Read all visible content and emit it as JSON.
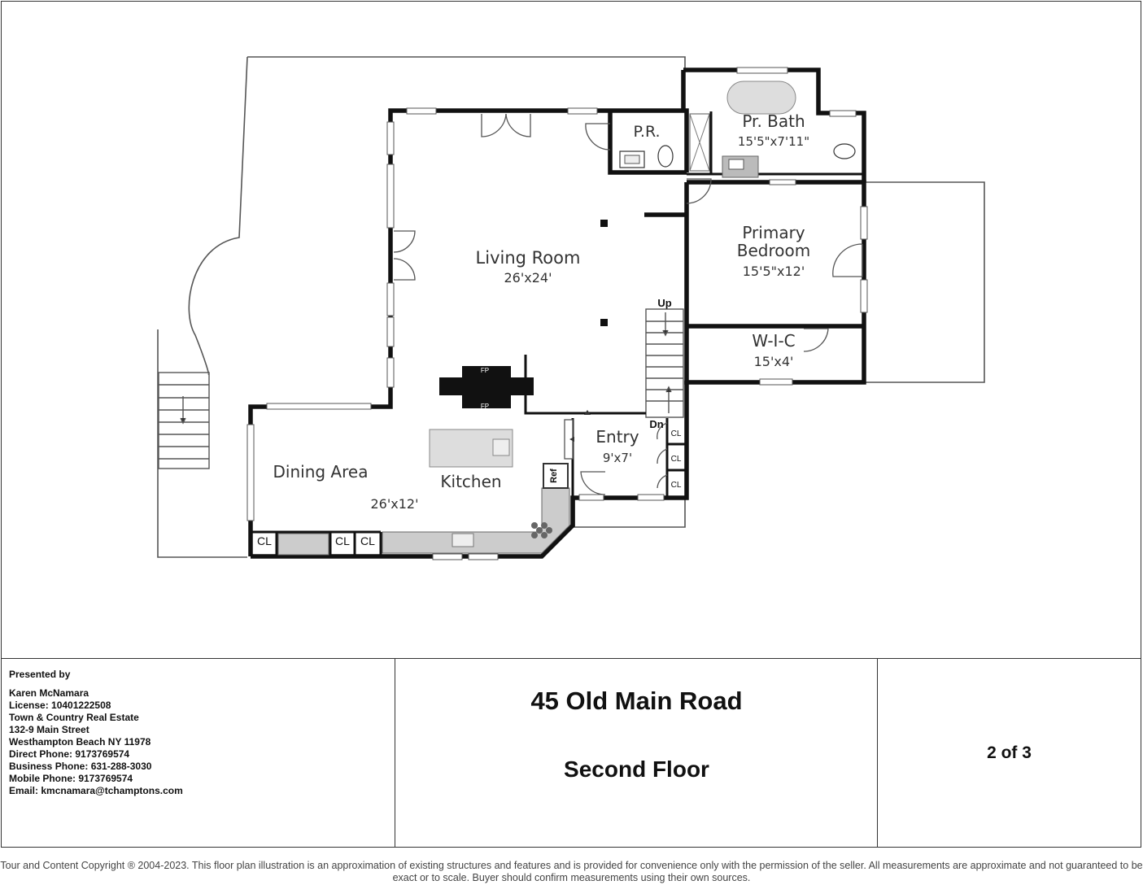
{
  "plan": {
    "rooms": [
      {
        "id": "living",
        "name": "Living Room",
        "size": "26'x24'"
      },
      {
        "id": "dining",
        "name": "Dining Area",
        "size": "26'x12'"
      },
      {
        "id": "kitchen",
        "name": "Kitchen"
      },
      {
        "id": "entry",
        "name": "Entry",
        "size": "9'x7'"
      },
      {
        "id": "pr",
        "name": "P.R."
      },
      {
        "id": "prbath",
        "name": "Pr. Bath",
        "size": "15'5\"x7'11\""
      },
      {
        "id": "bedroom",
        "name_line1": "Primary",
        "name_line2": "Bedroom",
        "size": "15'5\"x12'"
      },
      {
        "id": "wic",
        "name": "W-I-C",
        "size": "15'x4'"
      }
    ],
    "labels": {
      "up": "Up",
      "dn": "Dn",
      "closet": "CL",
      "fireplace": "FP",
      "refrigerator": "Ref"
    }
  },
  "presenter": {
    "heading": "Presented by",
    "lines": [
      "Karen McNamara",
      "License: 10401222508",
      "Town & Country Real Estate",
      "132-9 Main Street",
      "Westhampton Beach NY 11978",
      "Direct Phone: 9173769574",
      "Business Phone: 631-288-3030",
      "Mobile Phone: 9173769574",
      "Email: kmcnamara@tchamptons.com"
    ]
  },
  "property": {
    "address": "45 Old Main Road",
    "floor": "Second Floor"
  },
  "page": "2 of 3",
  "disclaimer": "Tour and Content Copyright ® 2004-2023. This floor plan illustration is an approximation of existing structures and features and is provided for convenience only with the permission of the seller. All measurements are approximate and not guaranteed to be exact or to scale. Buyer should confirm measurements using their own sources."
}
